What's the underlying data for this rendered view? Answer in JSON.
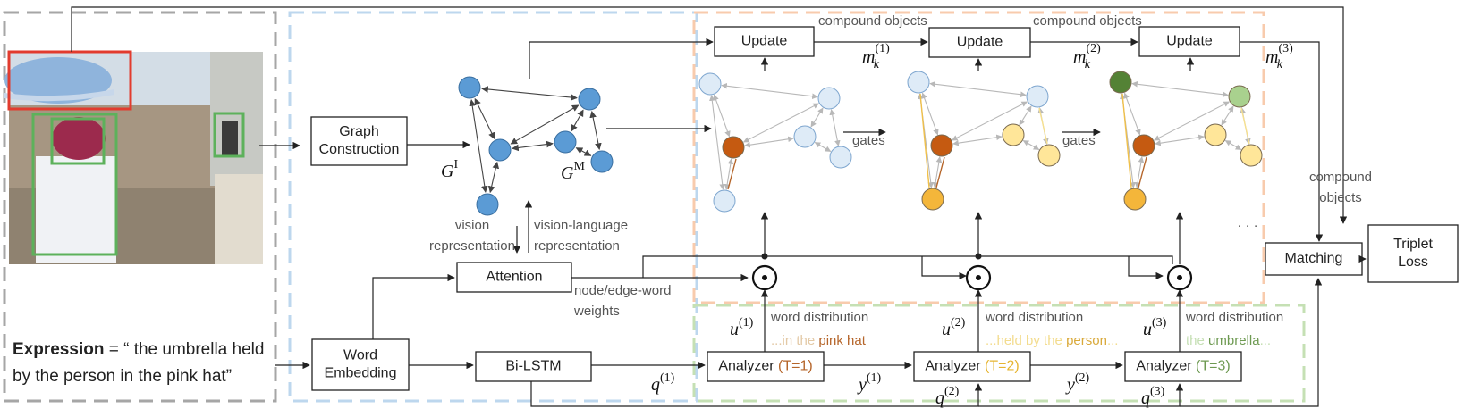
{
  "boxes": {
    "graph_construction": "Graph\nConstruction",
    "attention": "Attention",
    "word_embedding": "Word\nEmbedding",
    "bilstm": "Bi-LSTM",
    "update": "Update",
    "matching": "Matching",
    "triplet_loss": "Triplet\nLoss",
    "analyzer": "Analyzer",
    "analyzer_steps": [
      "(T=1)",
      "(T=2)",
      "(T=3)"
    ]
  },
  "labels": {
    "compound_objects": "compound objects",
    "compound_objects_side": "compound\nobjects",
    "gates": "gates",
    "vision_representation": "vision\nrepresentation",
    "vision_language_representation": "vision-language\nrepresentation",
    "node_edge_word_weights": "node/edge-word\nweights",
    "word_distribution": "word distribution",
    "ellipsis": "· · ·"
  },
  "phrases": [
    {
      "parts": [
        {
          "t": "...in the ",
          "c": "#e3c9a6"
        },
        {
          "t": "pink hat",
          "c": "#b5652a"
        }
      ]
    },
    {
      "parts": [
        {
          "t": "...held by the ",
          "c": "#f3dc8e"
        },
        {
          "t": "person",
          "c": "#d9a93a"
        },
        {
          "t": "...",
          "c": "#f3dc8e"
        }
      ]
    },
    {
      "parts": [
        {
          "t": "the ",
          "c": "#c5dfb4"
        },
        {
          "t": "umbrella",
          "c": "#6e9a52"
        },
        {
          "t": "...",
          "c": "#c5dfb4"
        }
      ]
    }
  ],
  "expression": {
    "bold": "Expression",
    "text": " = “ the umbrella held\nby the person in the pink hat”"
  },
  "math": {
    "GI": {
      "b": "G",
      "sup": "I"
    },
    "GM": {
      "b": "G",
      "sup": "M"
    },
    "m": [
      {
        "b": "m",
        "sub": "k",
        "sup": "(1)"
      },
      {
        "b": "m",
        "sub": "k",
        "sup": "(2)"
      },
      {
        "b": "m",
        "sub": "k",
        "sup": "(3)"
      }
    ],
    "u": [
      {
        "b": "u",
        "sup": "(1)"
      },
      {
        "b": "u",
        "sup": "(2)"
      },
      {
        "b": "u",
        "sup": "(3)"
      }
    ],
    "q": [
      {
        "b": "q",
        "sup": "(1)"
      },
      {
        "b": "q",
        "sup": "(2)"
      },
      {
        "b": "q",
        "sup": "(3)"
      }
    ],
    "y": [
      {
        "b": "y",
        "sup": "(1)"
      },
      {
        "b": "y",
        "sup": "(2)"
      }
    ]
  },
  "colors": {
    "blue_node": "#5b9bd5",
    "light_node": "#deebf7",
    "brown_node": "#c55a11",
    "yellow_light": "#ffe699",
    "yellow_strong": "#f4b63a",
    "green_dark": "#548235",
    "green_light": "#a9d18e",
    "box_gray": "#a6a6a6",
    "box_blue": "#bdd7ee",
    "box_orange": "#f8cbad",
    "box_green": "#c5e0b4"
  }
}
